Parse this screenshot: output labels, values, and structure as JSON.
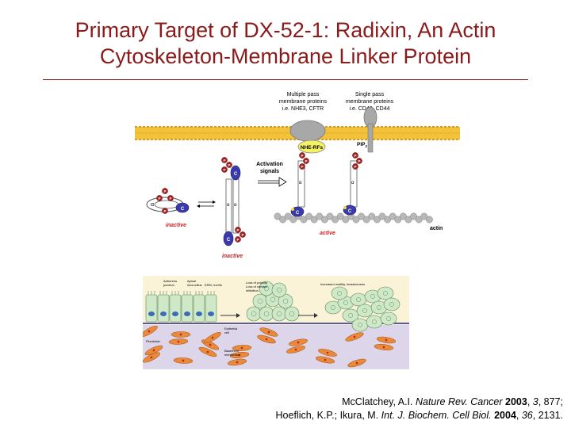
{
  "slide": {
    "title_line1": "Primary Target of DX-52-1: Radixin, An Actin",
    "title_line2": "Cytoskeleton-Membrane Linker Protein"
  },
  "top_figure": {
    "multi_pass_label_1": "Multiple pass",
    "multi_pass_label_2": "membrane proteins",
    "multi_pass_label_3": "i.e. NHE3, CFTR",
    "single_pass_label_1": "Single pass",
    "single_pass_label_2": "membrane proteins",
    "single_pass_label_3": "i.e. CD43, CD44",
    "nhe_rfs": "NHE-RFs",
    "pip2": "PIP",
    "pip2_sub": "2",
    "activation_1": "Activation",
    "activation_2": "signals",
    "inactive_left": "inactive",
    "inactive_bottom": "inactive",
    "active": "active",
    "actin": "actin",
    "alpha": "α",
    "c": "C",
    "p": "P"
  },
  "bottom_figure": {
    "adherens_1": "Adherens",
    "adherens_2": "junction",
    "apical_1": "Apical",
    "apical_2": "microvillus",
    "erm_1": "ERM, merlin",
    "loss_polarity_1": "Loss of polarity",
    "loss_polarity_2": "Loss of contact",
    "loss_polarity_3": "inhibition",
    "motility_1": "Increased motility, invasiveness",
    "fibroblast": "Fibroblast",
    "epithelial_1": "Epithelial",
    "epithelial_2": "cell",
    "basement_1": "Basement",
    "basement_2": "membrane"
  },
  "references": {
    "ref1_authors": "McClatchey, A.I. ",
    "ref1_journal": "Nature Rev. Cancer",
    "ref1_year": " 2003",
    "ref1_sep": ", ",
    "ref1_volume": "3",
    "ref1_pages": ", 877;",
    "ref2_authors": "Hoeflich, K.P.; Ikura, M. ",
    "ref2_journal": "Int. J. Biochem. Cell Biol.",
    "ref2_year": " 2004",
    "ref2_sep": ", ",
    "ref2_volume": "36",
    "ref2_pages": ", 2131."
  }
}
